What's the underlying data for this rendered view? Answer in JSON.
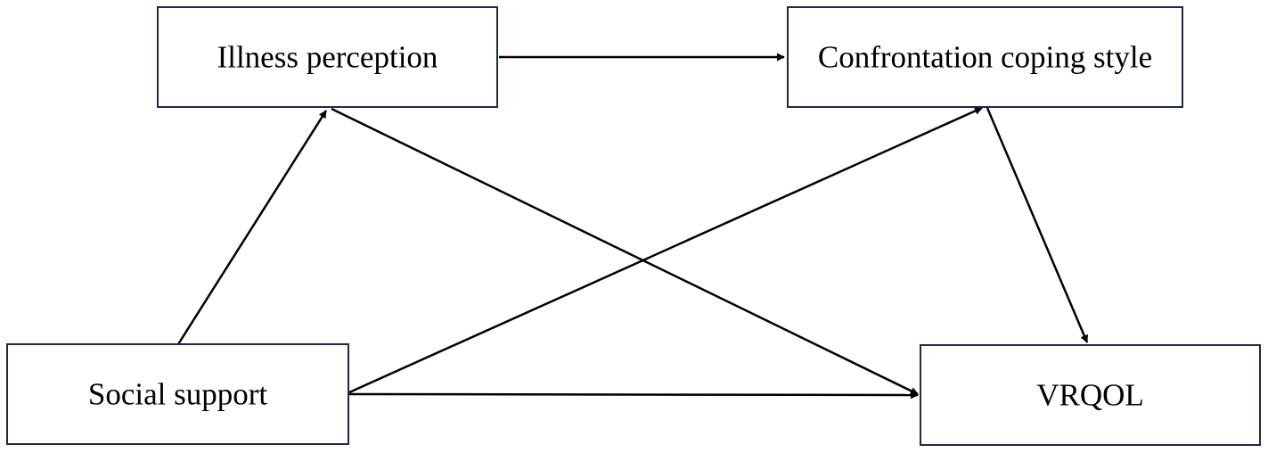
{
  "nodes": {
    "illness_perception": "Illness perception",
    "confrontation_coping_style": "Confrontation coping style",
    "social_support": "Social support",
    "vrqol": "VRQOL"
  },
  "edges": [
    {
      "from": "social_support",
      "to": "illness_perception"
    },
    {
      "from": "illness_perception",
      "to": "confrontation_coping_style"
    },
    {
      "from": "illness_perception",
      "to": "vrqol"
    },
    {
      "from": "social_support",
      "to": "confrontation_coping_style"
    },
    {
      "from": "social_support",
      "to": "vrqol"
    },
    {
      "from": "confrontation_coping_style",
      "to": "vrqol"
    }
  ],
  "colors": {
    "box_border": "#1f2a44",
    "arrow": "#000000",
    "text": "#000000",
    "background": "#ffffff"
  }
}
